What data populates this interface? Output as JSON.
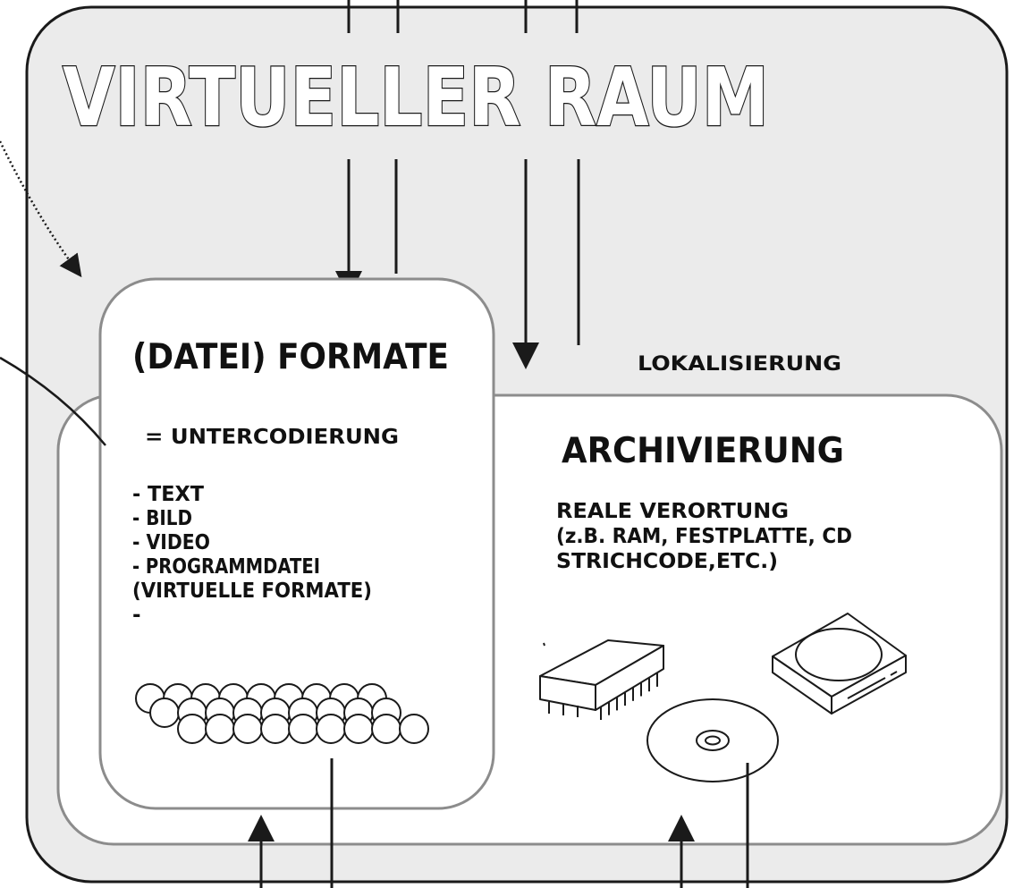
{
  "title": "VIRTUELLER RAUM",
  "localization_label": "LOKALISIERUNG",
  "formats": {
    "heading": "(DATEI) FORMATE",
    "subheading": "= UNTERCODIERUNG",
    "items": [
      "- TEXT",
      "- BILD",
      "- VIDEO",
      "- PROGRAMMDATEI",
      "(VIRTUELLE FORMATE)",
      "-"
    ]
  },
  "archive": {
    "heading": "ARCHIVIERUNG",
    "lines": [
      "REALE VERORTUNG",
      "(z.B. RAM, FESTPLATTE, CD",
      "STRICHCODE,ETC.)"
    ]
  },
  "icons": [
    "ram-chip-icon",
    "cd-disc-icon",
    "hard-drive-icon",
    "spheres-pattern-icon"
  ],
  "colors": {
    "outer_fill": "#ebebeb",
    "inner_fill": "#ffffff",
    "stroke": "#1a1a1a"
  }
}
